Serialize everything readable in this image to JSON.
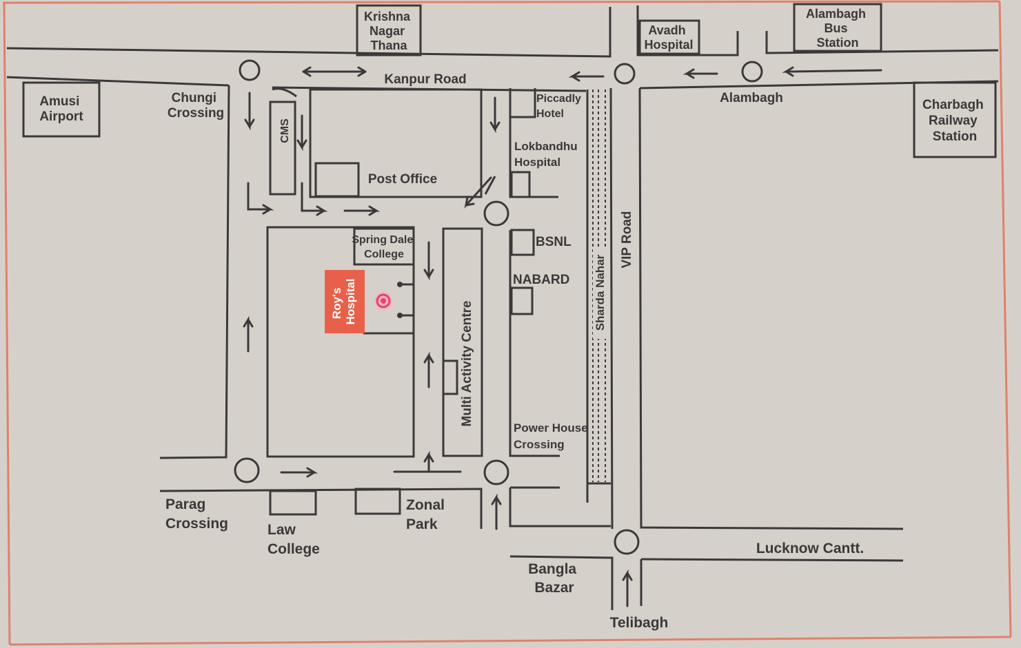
{
  "colors": {
    "paper": "#d6d0ca",
    "ink": "#3a3838",
    "border": "#e0806a",
    "highlight": "#e8604a",
    "marker": "#e8406a"
  },
  "icons": {
    "roundabout": "circle-icon",
    "direction": "arrow-icon",
    "location": "location-pin-icon"
  },
  "labels": {
    "krishna_nagar": [
      "Krishna",
      "Nagar",
      "Thana"
    ],
    "avadh": [
      "Avadh",
      "Hospital"
    ],
    "alambagh_bus": [
      "Alambagh",
      "Bus",
      "Station"
    ],
    "kanpur_road": "Kanpur Road",
    "alambagh": "Alambagh",
    "amusi": [
      "Amusi",
      "Airport"
    ],
    "chungi": [
      "Chungi",
      "Crossing"
    ],
    "cms": "CMS",
    "post_office": "Post Office",
    "piccadly": [
      "Piccadly",
      "Hotel"
    ],
    "lokbandhu": [
      "Lokbandhu",
      "Hospital"
    ],
    "charbagh": [
      "Charbagh",
      "Railway",
      "Station"
    ],
    "spring_dale": [
      "Spring Dale",
      "College"
    ],
    "roys_hospital": [
      "Roy's",
      "Hospital"
    ],
    "multi_activity": "Multi Activity Centre",
    "bsnl": "BSNL",
    "nabard": "NABARD",
    "sharda_nahar": "Sharda Nahar",
    "vip_road": "VIP Road",
    "power_house": [
      "Power House",
      "Crossing"
    ],
    "parag": [
      "Parag",
      "Crossing"
    ],
    "law_college": [
      "Law",
      "College"
    ],
    "zonal_park": [
      "Zonal",
      "Park"
    ],
    "lucknow_cantt": "Lucknow Cantt.",
    "bangla_bazar": [
      "Bangla",
      "Bazar"
    ],
    "telibagh": "Telibagh"
  }
}
